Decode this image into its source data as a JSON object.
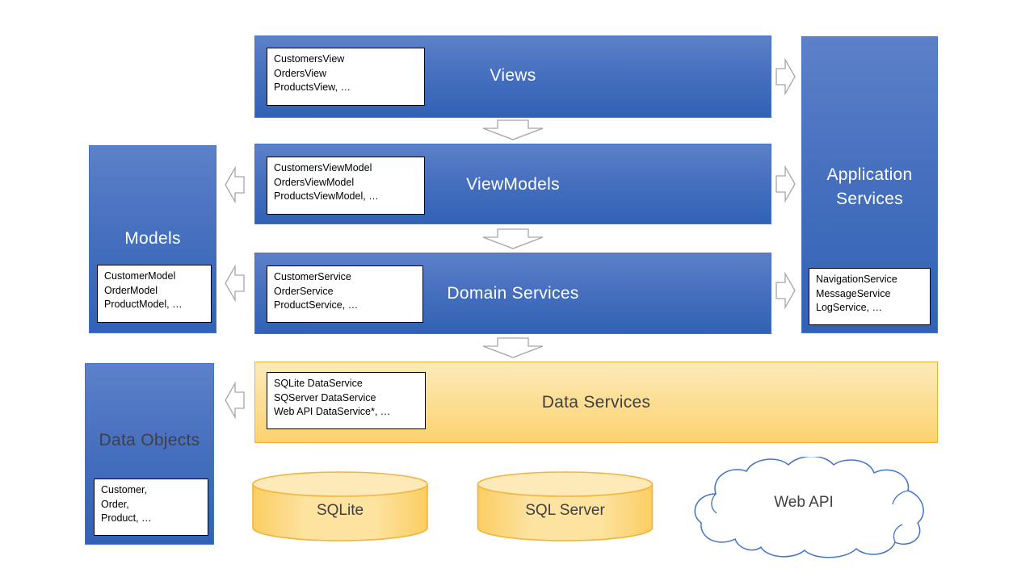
{
  "diagram": {
    "layers": [
      {
        "title": "Views",
        "classes": [
          "CustomersView",
          "OrdersView",
          "ProductsView, …"
        ]
      },
      {
        "title": "ViewModels",
        "classes": [
          "CustomersViewModel",
          "OrdersViewModel",
          "ProductsViewModel, …"
        ]
      },
      {
        "title": "Domain Services",
        "classes": [
          "CustomerService",
          "OrderService",
          "ProductService, …"
        ]
      },
      {
        "title": "Data Services",
        "classes": [
          "SQLite DataService",
          "SQServer DataService",
          "Web API DataService*, …"
        ]
      }
    ],
    "side_boxes": [
      {
        "title": "Models",
        "classes": [
          "CustomerModel",
          "OrderModel",
          "ProductModel, …"
        ]
      },
      {
        "title": "Application Services",
        "classes": [
          "NavigationService",
          "MessageService",
          "LogService, …"
        ]
      },
      {
        "title": "Data Objects",
        "classes": [
          "Customer,",
          "Order,",
          "Product, …"
        ]
      }
    ],
    "data_stores": [
      {
        "label": "SQLite",
        "shape": "cylinder"
      },
      {
        "label": "SQL Server",
        "shape": "cylinder"
      },
      {
        "label": "Web API",
        "shape": "cloud"
      }
    ],
    "colors": {
      "blue_gradient_top": "#5d81c9",
      "blue_gradient_bottom": "#3162b5",
      "blue_border": "#4472c4",
      "orange_gradient_top": "#fdeaba",
      "orange_gradient_bottom": "#fcd26e",
      "orange_border": "#f2b32c",
      "cylinder_stroke": "#f2b43a",
      "cloud_stroke": "#4472c4",
      "arrow_stroke": "#a6a6a6",
      "dark_text": "#404040",
      "light_text": "#ffffff"
    }
  }
}
